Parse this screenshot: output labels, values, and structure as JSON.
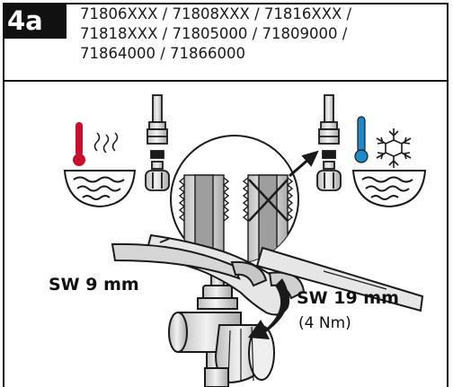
{
  "header": {
    "step": "4a",
    "model_lines": [
      "71806XXX / 71808XXX / 71816XXX /",
      "71818XXX / 71805000  / 71809000 /",
      "71864000 / 71866000"
    ]
  },
  "labels": {
    "small_wrench": "SW 9 mm",
    "large_wrench": "SW 19 mm",
    "torque": "(4 Nm)"
  },
  "colors": {
    "hot_thermometer": "#c8102e",
    "cold_thermometer": "#1e88c8",
    "line": "#1a1a1a",
    "metal_light": "#e6e6e6",
    "metal_mid": "#bdbdbd"
  },
  "icons": {
    "hot": "thermometer-hot-icon",
    "cold": "thermometer-cold-icon",
    "snow": "snowflake-icon",
    "cross": "cross-out-icon",
    "arrow": "curved-arrow-icon"
  }
}
